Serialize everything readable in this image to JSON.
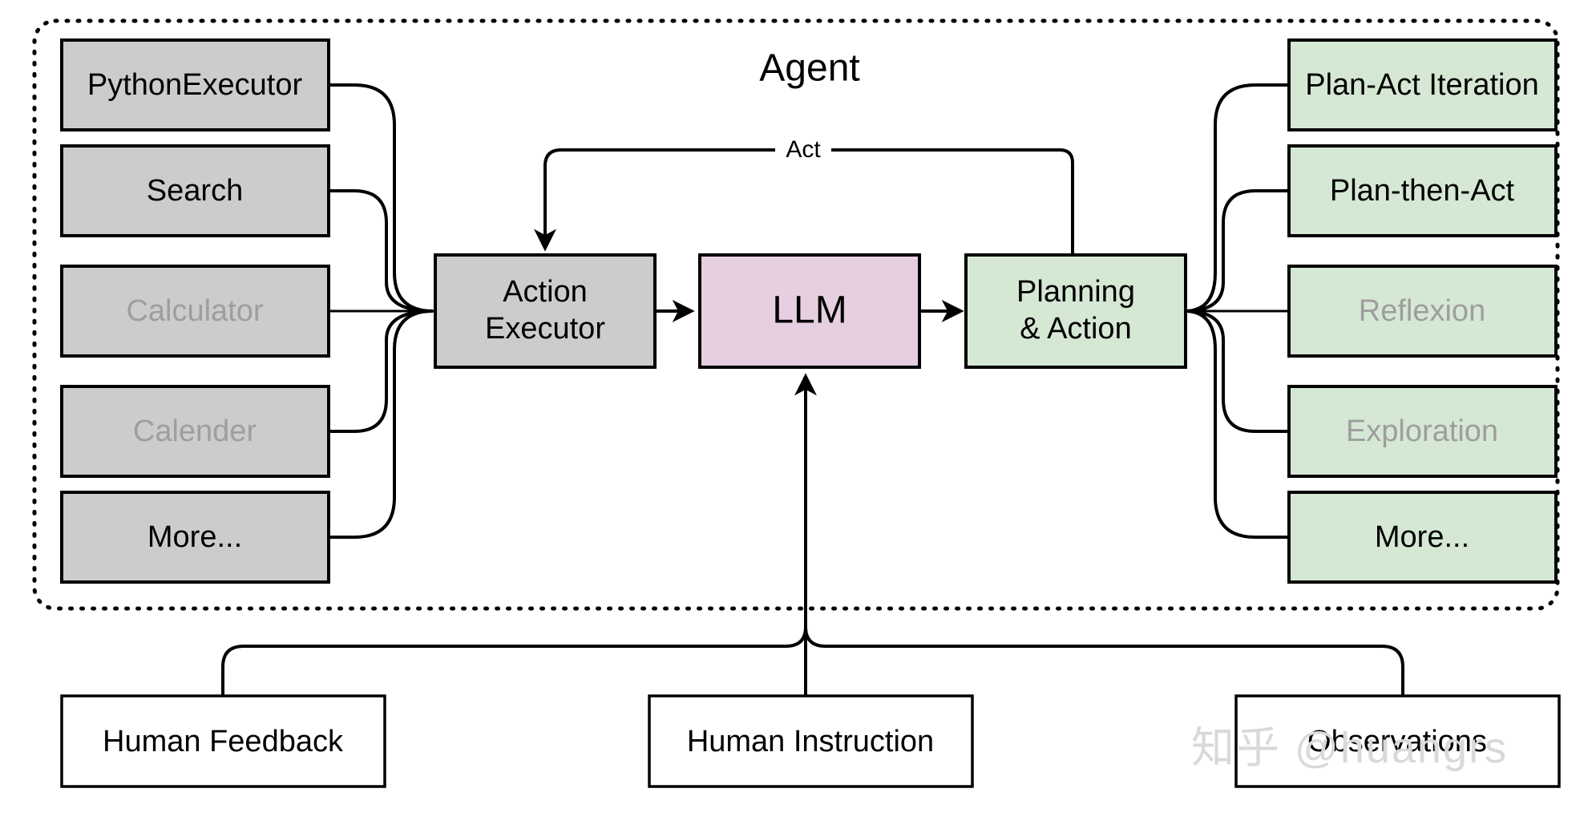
{
  "diagram": {
    "title": "Agent",
    "watermark": "知乎 @huangrs",
    "colors": {
      "tool_fill": "#cccccc",
      "llm_fill": "#e6cfe0",
      "planning_fill": "#d5e8d4",
      "plain_fill": "#ffffff",
      "stroke": "#000000",
      "dim_text": "#9e9e9e",
      "text": "#000000",
      "watermark": "#d9d9d9"
    },
    "edge_labels": {
      "act": "Act"
    },
    "tools": [
      {
        "label": "PythonExecutor",
        "dimmed": false
      },
      {
        "label": "Search",
        "dimmed": false
      },
      {
        "label": "Calculator",
        "dimmed": true
      },
      {
        "label": "Calender",
        "dimmed": true
      },
      {
        "label": "More...",
        "dimmed": false
      }
    ],
    "core": [
      {
        "label": "Action\nExecutor",
        "lines": [
          "Action",
          "Executor"
        ],
        "dimmed": false
      },
      {
        "label": "LLM",
        "lines": [
          "LLM"
        ],
        "dimmed": false
      },
      {
        "label": "Planning\n& Action",
        "lines": [
          "Planning",
          "& Action"
        ],
        "dimmed": false
      }
    ],
    "strategies": [
      {
        "label": "Plan-Act Iteration",
        "dimmed": false
      },
      {
        "label": "Plan-then-Act",
        "dimmed": false
      },
      {
        "label": "Reflexion",
        "dimmed": true
      },
      {
        "label": "Exploration",
        "dimmed": true
      },
      {
        "label": "More...",
        "dimmed": false
      }
    ],
    "inputs": [
      {
        "label": "Human Feedback"
      },
      {
        "label": "Human Instruction"
      },
      {
        "label": "Observations"
      }
    ]
  }
}
